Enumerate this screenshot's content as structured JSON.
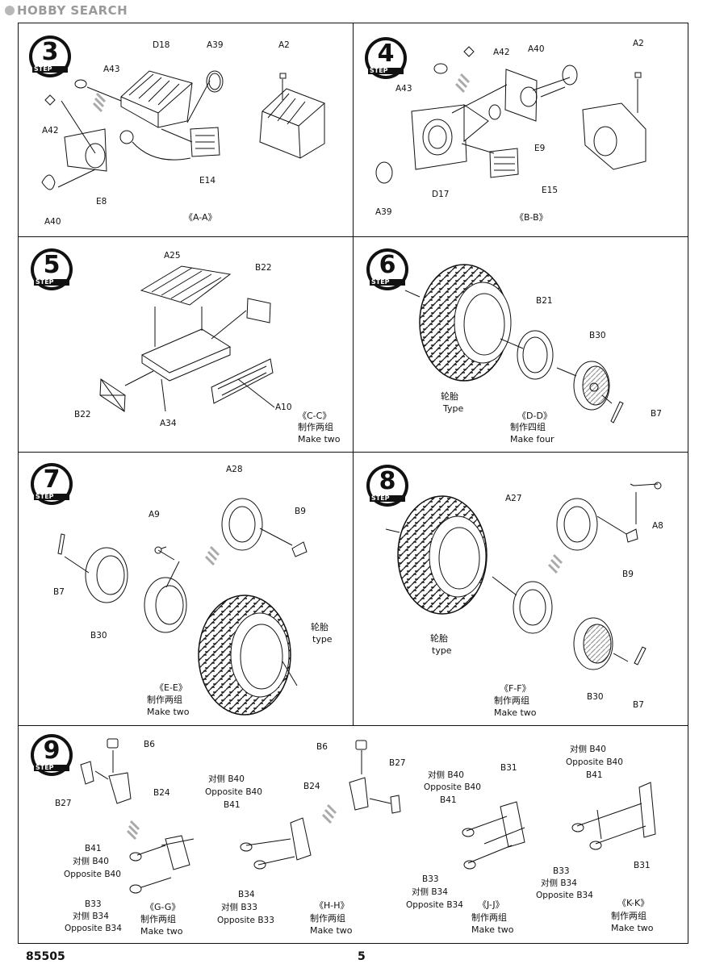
{
  "watermark": "HOBBY SEARCH",
  "footer": {
    "code": "85505",
    "page": "5"
  },
  "step_word": "STEP",
  "steps": [
    {
      "number": "3",
      "caption": "《A-A》",
      "parts": [
        "D18",
        "A39",
        "A2",
        "A43",
        "A42",
        "E14",
        "E8",
        "A40"
      ]
    },
    {
      "number": "4",
      "caption": "《B-B》",
      "parts": [
        "A42",
        "A40",
        "A2",
        "A43",
        "E9",
        "D17",
        "E15",
        "A39"
      ]
    },
    {
      "number": "5",
      "caption": "《C-C》",
      "make_cn": "制作两组",
      "make_en": "Make two",
      "parts": [
        "A25",
        "B22",
        "B22",
        "A34",
        "A10"
      ]
    },
    {
      "number": "6",
      "caption": "《D-D》",
      "make_cn": "制作四组",
      "make_en": "Make  four",
      "tyre_cn": "轮胎",
      "tyre_en": "Type",
      "parts": [
        "B21",
        "B30",
        "B7"
      ]
    },
    {
      "number": "7",
      "caption": "《E-E》",
      "make_cn": "制作两组",
      "make_en": "Make two",
      "tyre_cn": "轮胎",
      "tyre_en": "type",
      "parts": [
        "A28",
        "A9",
        "B9",
        "B7",
        "B30"
      ]
    },
    {
      "number": "8",
      "caption": "《F-F》",
      "make_cn": "制作两组",
      "make_en": "Make two",
      "tyre_cn": "轮胎",
      "tyre_en": "type",
      "parts": [
        "A27",
        "A8",
        "B9",
        "B30",
        "B7"
      ]
    },
    {
      "number": "9"
    }
  ],
  "step9": {
    "g": {
      "caption": "《G-G》",
      "make_cn": "制作两组",
      "make_en": "Make two",
      "b6": "B6",
      "b27": "B27",
      "b24": "B24",
      "b41": "B41",
      "b41_cn": "对侧 B40",
      "b41_en": "Opposite B40",
      "b33": "B33",
      "b33_cn": "对侧 B34",
      "b33_en": "Opposite B34"
    },
    "h": {
      "caption": "《H-H》",
      "make_cn": "制作两组",
      "make_en": "Make two",
      "b40_cn": "对侧 B40",
      "b40_en": "Opposite B40",
      "b41": "B41",
      "b34": "B34",
      "b33_cn": "对侧 B33",
      "b33_en": "Opposite B33",
      "b6": "B6",
      "b24": "B24",
      "b27": "B27"
    },
    "j": {
      "caption": "《J-J》",
      "make_cn": "制作两组",
      "make_en": "Make two",
      "b31": "B31",
      "b40_cn": "对侧 B40",
      "b40_en": "Opposite B40",
      "b41": "B41",
      "b33": "B33",
      "b34_cn": "对侧 B34",
      "b34_en": "Opposite B34"
    },
    "k": {
      "caption": "《K-K》",
      "make_cn": "制作两组",
      "make_en": "Make two",
      "b40_cn": "对侧 B40",
      "b40_en": "Opposite B40",
      "b41": "B41",
      "b33": "B33",
      "b34_cn": "对侧 B34",
      "b34_en": "Opposite B34",
      "b31": "B31"
    }
  }
}
